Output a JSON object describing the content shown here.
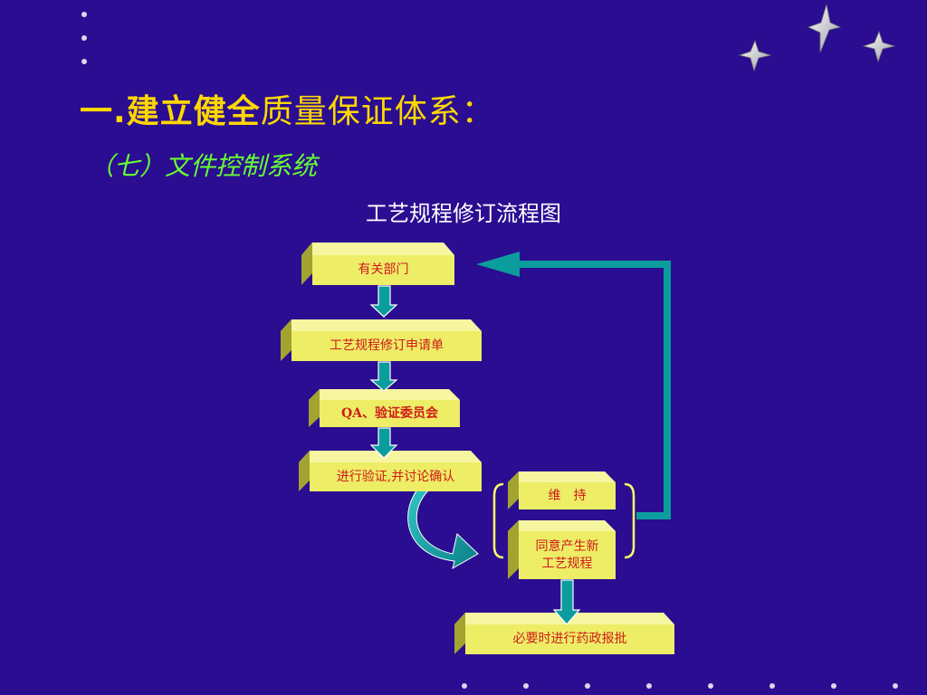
{
  "slide": {
    "title_bold": "一.建立健全",
    "title_rest": "质量保证体系：",
    "subtitle": "（七）文件控制系统",
    "chart_title": "工艺规程修订流程图"
  },
  "flow": {
    "step1": "有关部门",
    "step2": "工艺规程修订申请单",
    "step3": "QA、验证委员会",
    "step4": "进行验证,并讨论确认",
    "option_maintain": "维　持",
    "option_new": "同意产生新\n工艺规程",
    "step_final": "必要时进行药政报批"
  },
  "colors": {
    "background": "#2a0d90",
    "title": "#ffd700",
    "subtitle": "#66ff33",
    "box_face": "#eded66",
    "box_text": "#d11a1a",
    "connector": "#0b9d9d",
    "bracket": "#ffff66"
  },
  "decorations": {
    "stars": [
      "star-icon",
      "star-icon",
      "star-icon"
    ]
  }
}
